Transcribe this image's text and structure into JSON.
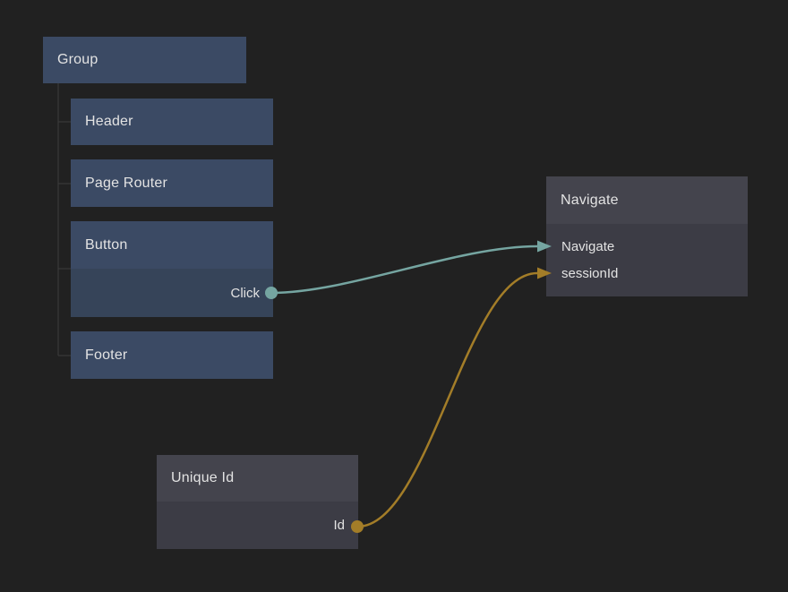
{
  "colors": {
    "background": "#212121",
    "node-blue-header": "#3b4a64",
    "node-blue-body": "#364459",
    "node-gray-header": "#44444d",
    "node-gray-body": "#3c3c45",
    "tree-line": "#3d3d3d",
    "wire-teal": "#75a5a1",
    "wire-orange": "#a37d28",
    "text": "#e3e3e3"
  },
  "nodes": {
    "group": {
      "title": "Group"
    },
    "header": {
      "title": "Header"
    },
    "page_router": {
      "title": "Page Router"
    },
    "button": {
      "title": "Button",
      "outputs": [
        {
          "label": "Click"
        }
      ]
    },
    "footer": {
      "title": "Footer"
    },
    "navigate": {
      "title": "Navigate",
      "inputs": [
        {
          "label": "Navigate"
        },
        {
          "label": "sessionId"
        }
      ]
    },
    "unique_id": {
      "title": "Unique Id",
      "outputs": [
        {
          "label": "Id"
        }
      ]
    }
  },
  "tree": {
    "parent": "Group",
    "children": [
      "Header",
      "Page Router",
      "Button",
      "Footer"
    ]
  },
  "edges": [
    {
      "from_node": "Button",
      "from_port": "Click",
      "to_node": "Navigate",
      "to_port": "Navigate",
      "color": "#75a5a1"
    },
    {
      "from_node": "Unique Id",
      "from_port": "Id",
      "to_node": "Navigate",
      "to_port": "sessionId",
      "color": "#a37d28"
    }
  ]
}
